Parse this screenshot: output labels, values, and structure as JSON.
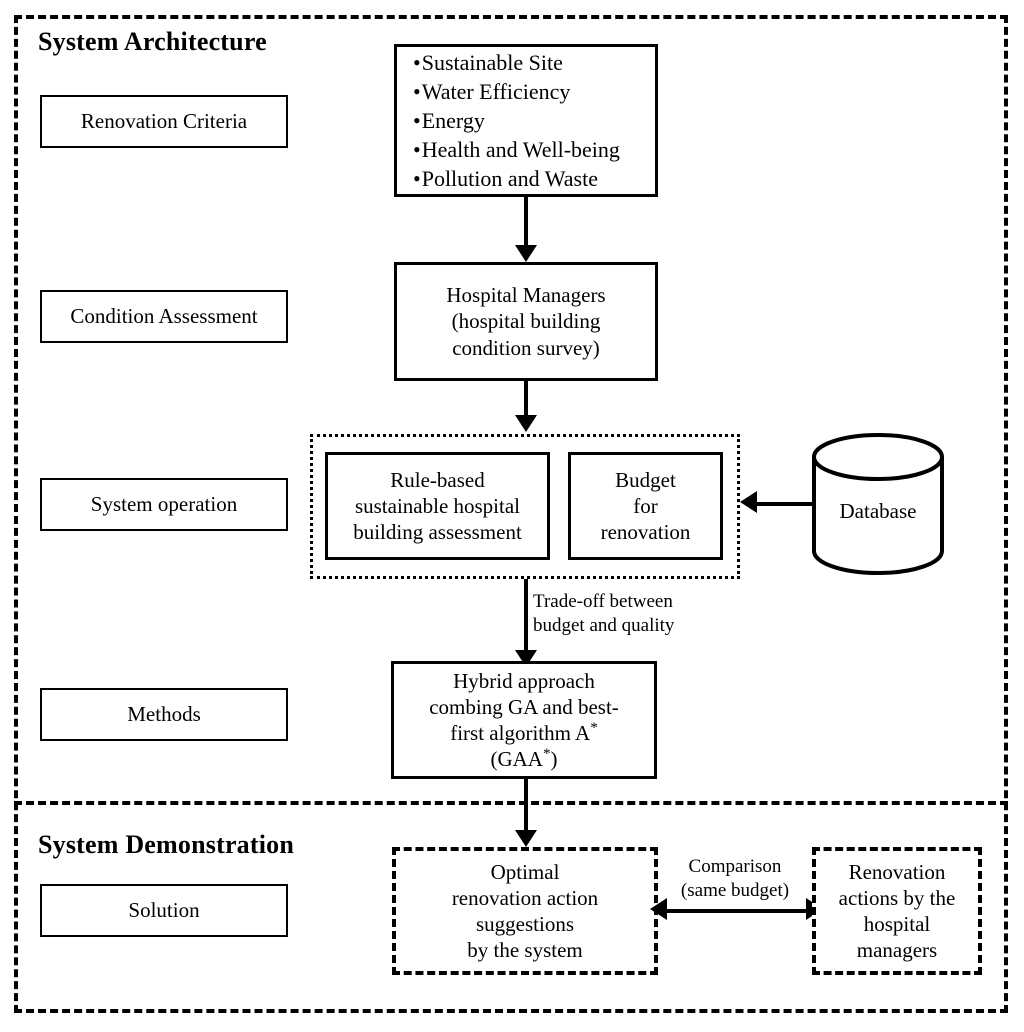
{
  "sections": {
    "architecture": {
      "title": "System Architecture"
    },
    "demonstration": {
      "title": "System Demonstration"
    }
  },
  "stage_labels": {
    "renovation_criteria": "Renovation Criteria",
    "condition_assessment": "Condition Assessment",
    "system_operation": "System operation",
    "methods": "Methods",
    "solution": "Solution"
  },
  "criteria": {
    "bullet": "•",
    "items": [
      "Sustainable Site",
      "Water Efficiency",
      "Energy",
      "Health and Well-being",
      "Pollution and Waste"
    ]
  },
  "nodes": {
    "hospital_managers": {
      "lines": [
        "Hospital Managers",
        "(hospital building",
        "condition survey)"
      ]
    },
    "rule_based": {
      "lines": [
        "Rule-based",
        "sustainable hospital",
        "building assessment"
      ]
    },
    "budget": {
      "lines": [
        "Budget",
        "for",
        "renovation"
      ]
    },
    "database": {
      "label": "Database"
    },
    "methods_box": {
      "lines": [
        "Hybrid approach",
        "combing GA and best-",
        "first algorithm A",
        "(GAA",
        ")"
      ],
      "line3_prefix": "first algorithm A",
      "line3_star": "*",
      "line4_prefix": "(GAA",
      "line4_star": "*",
      "line4_suffix": ")"
    },
    "optimal_solution": {
      "lines": [
        "Optimal",
        "renovation action",
        "suggestions",
        "by the system"
      ]
    },
    "manager_actions": {
      "lines": [
        "Renovation",
        "actions by the",
        "hospital",
        "managers"
      ]
    }
  },
  "edge_labels": {
    "tradeoff": [
      "Trade-off between",
      "budget and quality"
    ],
    "comparison": [
      "Comparison",
      "(same budget)"
    ]
  },
  "colors": {
    "stroke": "#000000",
    "background": "#ffffff"
  }
}
